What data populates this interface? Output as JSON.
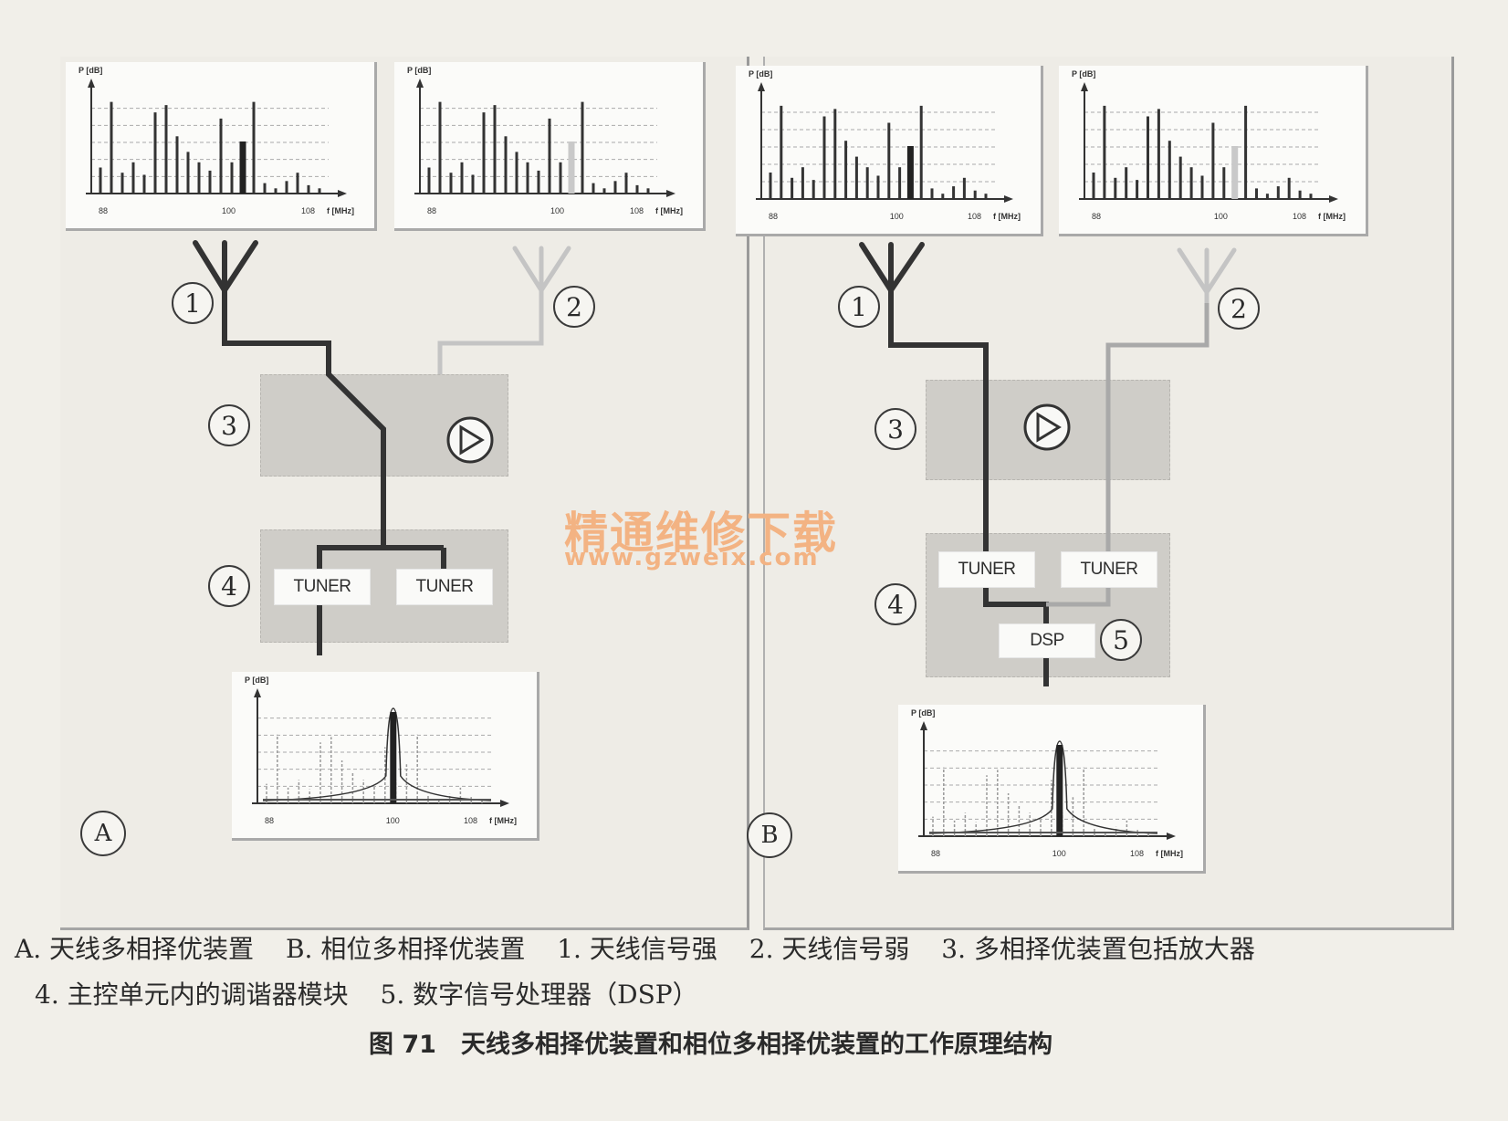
{
  "spectrum_axes": {
    "y_label": "P [dB]",
    "x_label": "f [MHz]",
    "x_ticks": [
      "88",
      "100",
      "108"
    ]
  },
  "panels": {
    "a": {
      "letter": "A",
      "markers": [
        "1",
        "2",
        "3",
        "4"
      ],
      "tuners": [
        "TUNER",
        "TUNER"
      ]
    },
    "b": {
      "letter": "B",
      "markers": [
        "1",
        "2",
        "3",
        "4",
        "5"
      ],
      "tuners": [
        "TUNER",
        "TUNER"
      ],
      "dsp": "DSP"
    }
  },
  "watermark": {
    "text": "精通维修下载",
    "url": "www.gzweix.com"
  },
  "caption": {
    "items": [
      "A. 天线多相择优装置",
      "B. 相位多相择优装置",
      "1. 天线信号强",
      "2. 天线信号弱",
      "3. 多相择优装置包括放大器",
      "4. 主控单元内的调谐器模块",
      "5. 数字信号处理器（DSP）"
    ],
    "title": "图 71　天线多相择优装置和相位多相择优装置的工作原理结构"
  },
  "colors": {
    "strong_signal": "#333333",
    "weak_signal": "#c4c4c4",
    "module_box": "#cfcdc8",
    "watermark": "#f3b383"
  }
}
